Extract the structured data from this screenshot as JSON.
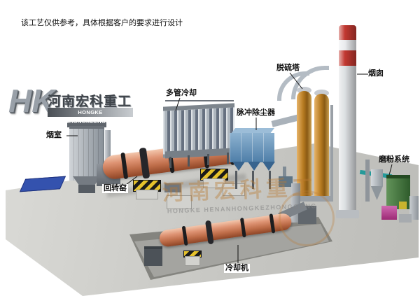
{
  "disclaimer": "该工艺仅供参考，具体根据客户的要求进行设计",
  "logo": {
    "monogram": "HK",
    "company_cn": "河南宏科重工",
    "company_en": "HONGKE HENANHONGKEZHONGGONG"
  },
  "watermark": {
    "text_cn": "河南宏科重工",
    "text_en": "HONGKE HENANHONGKEZHONGGONG"
  },
  "labels": {
    "smoke_chamber": "烟室",
    "multi_tube_cooler": "多管冷却",
    "pulse_dust_collector": "脉冲除尘器",
    "desulfurization_tower": "脱硫塔",
    "chimney": "烟囱",
    "grinding_system": "磨粉系统",
    "rotary_kiln": "回转窑",
    "cooling_machine": "冷却机"
  },
  "colors": {
    "kiln_shell": "#c97f5e",
    "dust_collector_blue": "#5d8cb4",
    "desulfurization_tower_orange": "#b5791f",
    "chimney_band_red": "#c23830",
    "platform_gray": "#c9c9c5",
    "watermark_orange": "#b97a32",
    "grinding_mill_green": "#3f7a3f",
    "magenta_unit": "#b5388a",
    "blue_pad": "#3452ae"
  }
}
